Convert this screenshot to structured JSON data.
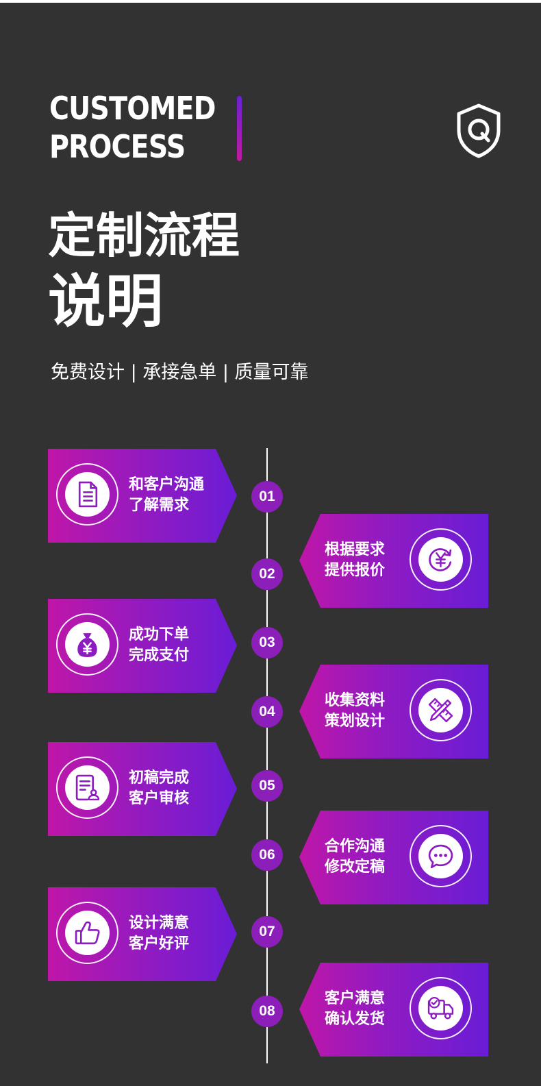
{
  "header": {
    "en_title_line1": "CUSTOMED",
    "en_title_line2": "PROCESS",
    "cn_title_line1": "定制流程",
    "cn_title_line2": "说明",
    "tagline": "免费设计 | 承接急单 | 质量可靠",
    "logo_icon": "shield-q-icon"
  },
  "colors": {
    "background": "#323233",
    "accent_start": "#bf16a8",
    "accent_end": "#6a1cd6",
    "badge": "#8c1fb9"
  },
  "steps": [
    {
      "num": "01",
      "line1": "和客户沟通",
      "line2": "了解需求",
      "icon": "document-icon"
    },
    {
      "num": "02",
      "line1": "根据要求",
      "line2": "提供报价",
      "icon": "yuan-refresh-icon"
    },
    {
      "num": "03",
      "line1": "成功下单",
      "line2": "完成支付",
      "icon": "money-bag-icon"
    },
    {
      "num": "04",
      "line1": "收集资料",
      "line2": "策划设计",
      "icon": "pencil-ruler-icon"
    },
    {
      "num": "05",
      "line1": "初稿完成",
      "line2": "客户审核",
      "icon": "review-document-icon"
    },
    {
      "num": "06",
      "line1": "合作沟通",
      "line2": "修改定稿",
      "icon": "chat-bubble-icon"
    },
    {
      "num": "07",
      "line1": "设计满意",
      "line2": "客户好评",
      "icon": "thumbs-up-icon"
    },
    {
      "num": "08",
      "line1": "客户满意",
      "line2": "确认发货",
      "icon": "delivery-truck-icon"
    }
  ]
}
